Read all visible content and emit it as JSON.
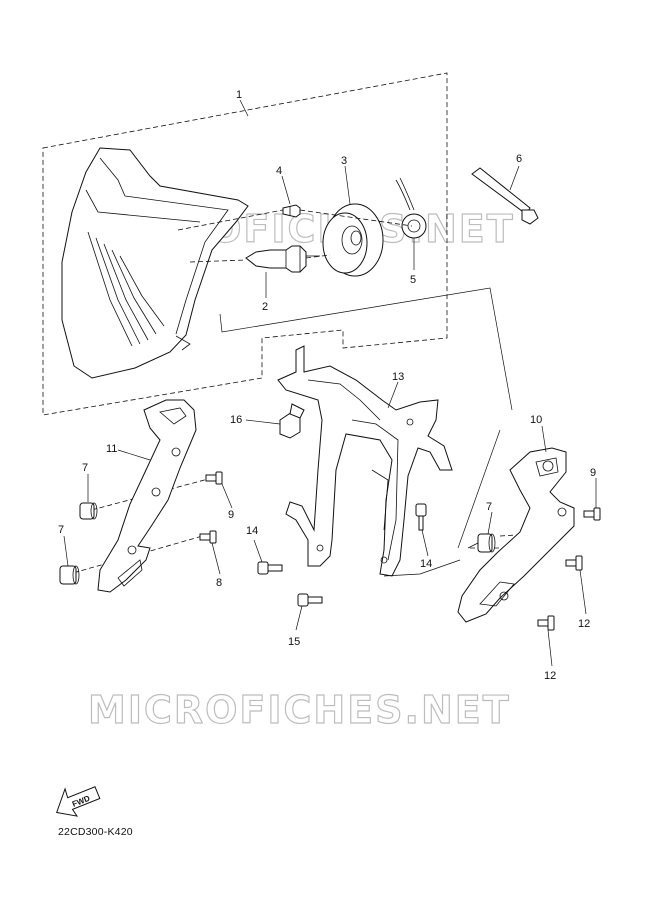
{
  "diagram": {
    "diagram_code": "22CD300-K420",
    "watermark": "MICROFICHES.NET",
    "fwd_label": "FWD",
    "callouts": {
      "c1": "1",
      "c2": "2",
      "c3": "3",
      "c4": "4",
      "c5": "5",
      "c6": "6",
      "c7a": "7",
      "c7b": "7",
      "c7c": "7",
      "c8": "8",
      "c9a": "9",
      "c9b": "9",
      "c10": "10",
      "c11": "11",
      "c12a": "12",
      "c12b": "12",
      "c13": "13",
      "c14a": "14",
      "c14b": "14",
      "c15": "15",
      "c16": "16"
    }
  }
}
